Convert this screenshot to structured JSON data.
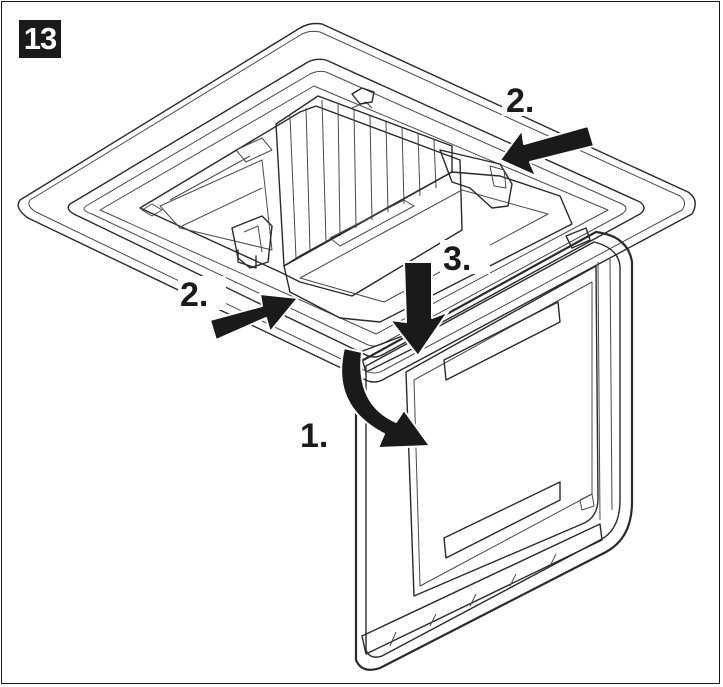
{
  "figure": {
    "step_number": "13",
    "labels": {
      "step1": "1.",
      "step2_right": "2.",
      "step2_left": "2.",
      "step3": "3."
    },
    "colors": {
      "ink": "#1a1a1a",
      "panel_fill": "#dcdcdc",
      "dark_fill": "#8f8f8f",
      "arrow_fill": "#1a1a1a"
    }
  }
}
